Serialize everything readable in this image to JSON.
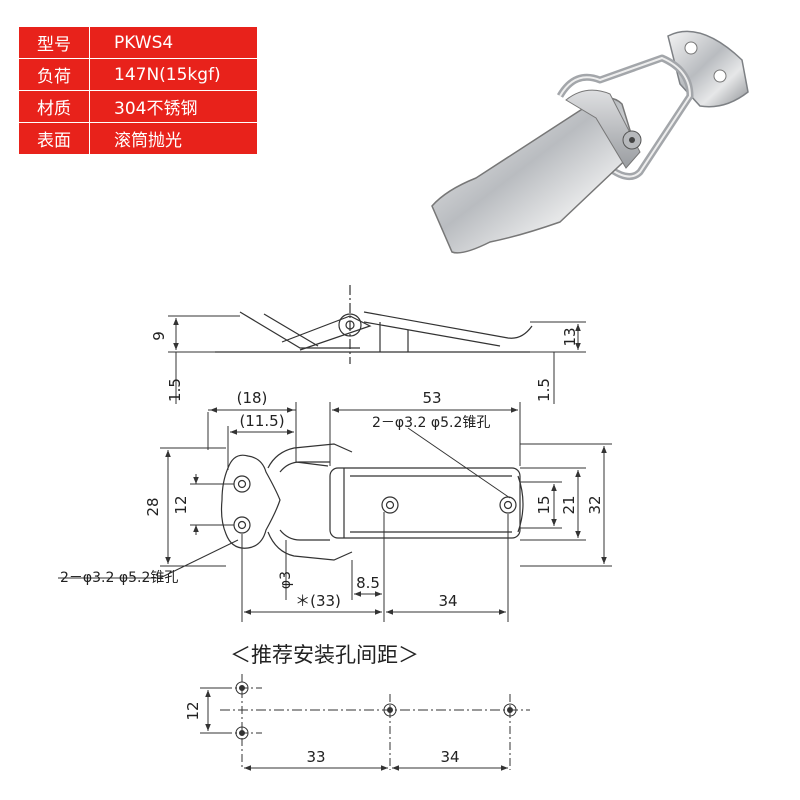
{
  "spec_table": {
    "rows": [
      {
        "label": "型号",
        "value": "PKWS4"
      },
      {
        "label": "负荷",
        "value": "147N(15kgf)"
      },
      {
        "label": "材质",
        "value": "304不锈钢"
      },
      {
        "label": "表面",
        "value": "滚筒抛光"
      }
    ],
    "bg_color": "#e8221b"
  },
  "drawing": {
    "side_view": {
      "dim_9": "9",
      "dim_1_5_left": "1.5",
      "dim_13": "13",
      "dim_1_5_right": "1.5"
    },
    "top_view": {
      "dim_18": "(18)",
      "dim_11_5": "(11.5)",
      "dim_53": "53",
      "note_right_holes": "2－φ3.2 φ5.2锥孔",
      "dim_28": "28",
      "dim_12": "12",
      "dim_15": "15",
      "dim_21": "21",
      "dim_32": "32",
      "note_left_holes": "2－φ3.2 φ5.2锥孔",
      "dim_phi3": "φ3",
      "dim_8_5": "8.5",
      "dim_33": "＊(33)",
      "dim_34": "34"
    },
    "hole_spacing": {
      "title": "＜推荐安装孔间距＞",
      "dim_12": "12",
      "dim_33": "33",
      "dim_34": "34"
    }
  }
}
